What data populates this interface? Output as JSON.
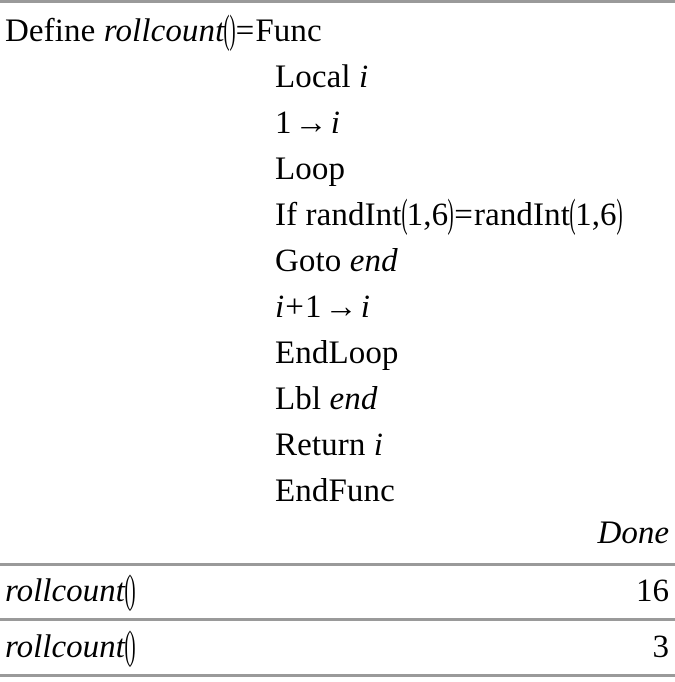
{
  "device": {
    "name": "ti-nspire-calculator-screen",
    "rule_color": "#9a9a9a",
    "text_color": "#000000",
    "background": "#ffffff"
  },
  "program": {
    "lines": [
      {
        "indent": "none",
        "tokens": [
          {
            "t": "kw",
            "v": "Define "
          },
          {
            "t": "var",
            "v": "rollcount"
          },
          {
            "t": "paren",
            "v": "("
          },
          {
            "t": "paren",
            "v": ")"
          },
          {
            "t": "op",
            "v": "="
          },
          {
            "t": "kw",
            "v": "Func"
          }
        ]
      },
      {
        "indent": "body",
        "tokens": [
          {
            "t": "kw",
            "v": "Local "
          },
          {
            "t": "var",
            "v": "i"
          }
        ]
      },
      {
        "indent": "body",
        "tokens": [
          {
            "t": "num",
            "v": "1"
          },
          {
            "t": "arrow",
            "v": "→"
          },
          {
            "t": "var",
            "v": "i"
          }
        ]
      },
      {
        "indent": "body",
        "tokens": [
          {
            "t": "kw",
            "v": "Loop"
          }
        ]
      },
      {
        "indent": "body",
        "tokens": [
          {
            "t": "kw",
            "v": "If randInt"
          },
          {
            "t": "paren",
            "v": "("
          },
          {
            "t": "num",
            "v": "1,6"
          },
          {
            "t": "paren",
            "v": ")"
          },
          {
            "t": "op",
            "v": "="
          },
          {
            "t": "kw",
            "v": "randInt"
          },
          {
            "t": "paren",
            "v": "("
          },
          {
            "t": "num",
            "v": "1,6"
          },
          {
            "t": "paren",
            "v": ")"
          }
        ]
      },
      {
        "indent": "body",
        "tokens": [
          {
            "t": "kw",
            "v": "Goto "
          },
          {
            "t": "var",
            "v": "end"
          }
        ]
      },
      {
        "indent": "body",
        "tokens": [
          {
            "t": "var",
            "v": "i"
          },
          {
            "t": "op",
            "v": "+"
          },
          {
            "t": "num",
            "v": "1"
          },
          {
            "t": "arrow",
            "v": "→"
          },
          {
            "t": "var",
            "v": "i"
          }
        ]
      },
      {
        "indent": "body",
        "tokens": [
          {
            "t": "kw",
            "v": "EndLoop"
          }
        ]
      },
      {
        "indent": "body",
        "tokens": [
          {
            "t": "kw",
            "v": "Lbl "
          },
          {
            "t": "var",
            "v": "end"
          }
        ]
      },
      {
        "indent": "body",
        "tokens": [
          {
            "t": "kw",
            "v": "Return "
          },
          {
            "t": "var",
            "v": "i"
          }
        ]
      },
      {
        "indent": "body",
        "tokens": [
          {
            "t": "kw",
            "v": "EndFunc"
          }
        ]
      }
    ]
  },
  "results": {
    "define_result": "Done",
    "rows": [
      {
        "entry_name": "rollcount",
        "entry_open_paren": "(",
        "entry_close_paren": ")",
        "value": "16"
      },
      {
        "entry_name": "rollcount",
        "entry_open_paren": "(",
        "entry_close_paren": ")",
        "value": "3"
      }
    ]
  }
}
